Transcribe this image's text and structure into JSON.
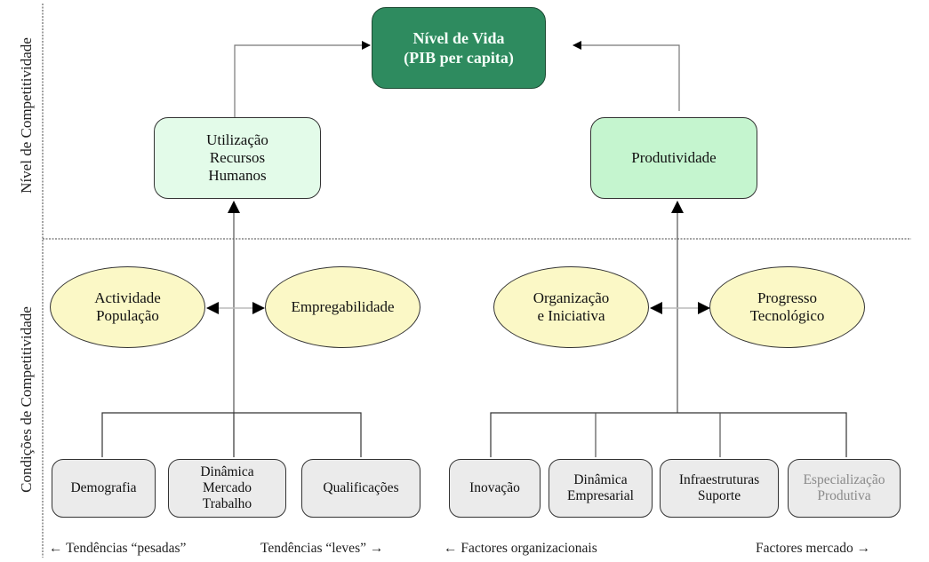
{
  "axis": {
    "upper": "Nível de Competitividade",
    "lower": "Condições de Competitividade"
  },
  "top_node": {
    "line1": "Nível de Vida",
    "line2": "(PIB per capita)",
    "color": "#2e8b5f"
  },
  "mid_nodes": [
    {
      "lines": [
        "Utilização",
        "Recursos",
        "Humanos"
      ],
      "color": "#e3fbe9"
    },
    {
      "lines": [
        "Produtividade"
      ],
      "color": "#c5f5cf"
    }
  ],
  "ellipses": [
    {
      "lines": [
        "Actividade",
        "População"
      ]
    },
    {
      "lines": [
        "Empregabilidade"
      ]
    },
    {
      "lines": [
        "Organização",
        "e Iniciativa"
      ]
    },
    {
      "lines": [
        "Progresso",
        "Tecnológico"
      ]
    }
  ],
  "leaves_left": [
    {
      "lines": [
        "Demografia"
      ]
    },
    {
      "lines": [
        "Dinâmica",
        "Mercado",
        "Trabalho"
      ]
    },
    {
      "lines": [
        "Qualificações"
      ]
    }
  ],
  "leaves_right": [
    {
      "lines": [
        "Inovação"
      ]
    },
    {
      "lines": [
        "Dinâmica",
        "Empresarial"
      ]
    },
    {
      "lines": [
        "Infraestruturas",
        "Suporte"
      ]
    },
    {
      "lines": [
        "Especialização",
        "Produtiva"
      ],
      "dimmed": true
    }
  ],
  "bottom_labels": {
    "heavy": "←  Tendências “pesadas”",
    "light": "Tendências “leves” →",
    "org": "← Factores organizacionais",
    "market": "Factores mercado →"
  }
}
